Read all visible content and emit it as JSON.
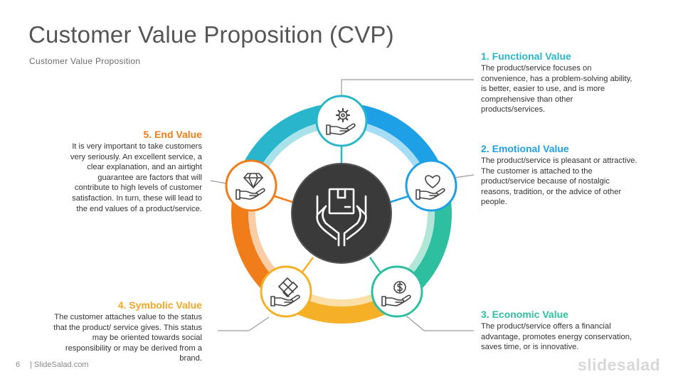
{
  "header": {
    "title": "Customer Value Proposition (CVP)",
    "subtitle": "Customer  Value  Proposition"
  },
  "values": [
    {
      "heading": "1. Functional Value",
      "lines": [
        "The product/service  focuses on",
        "convenience, has a problem-solving ability,",
        "is better,  easier to use, and is more",
        "comprehensive  than other",
        "products/services."
      ],
      "color": "#29B6CC",
      "icon": "gear-hand-icon"
    },
    {
      "heading": "2. Emotional Value",
      "lines": [
        "The product/service  is pleasant or attractive.",
        "The customer  is attached to the",
        "product/service because of nostalgic",
        "reasons, tradition, or the advice of other",
        "people."
      ],
      "color": "#1EA0E6",
      "icon": "heart-hand-icon"
    },
    {
      "heading": "3. Economic Value",
      "lines": [
        "The product/service  offers a financial",
        "advantage, promotes energy conservation,",
        "saves time, or is innovative."
      ],
      "color": "#2EBFA0",
      "icon": "dollar-hand-icon"
    },
    {
      "heading": "4. Symbolic Value",
      "lines": [
        "The customer  attaches value to the status",
        "that the product/ service  gives. This status",
        "may be oriented towards social",
        "responsibility or may be derived from a",
        "brand."
      ],
      "color": "#F5A623",
      "icon": "knot-hand-icon"
    },
    {
      "heading": "5. End Value",
      "lines": [
        "It is very important  to take customers",
        "very seriously.  An excellent service, a",
        "clear explanation,  and an airtight",
        "guarantee  are factors that will",
        "contribute to high levels of customer",
        "satisfaction.  In turn, these will lead to",
        "the end values of a product/service."
      ],
      "color": "#F07D1A",
      "icon": "diamond-hand-icon"
    }
  ],
  "center": {
    "icon": "box-hands-icon"
  },
  "footer": {
    "page_number": "6",
    "site": "| SlideSalad.com",
    "brand": "slidesalad"
  }
}
